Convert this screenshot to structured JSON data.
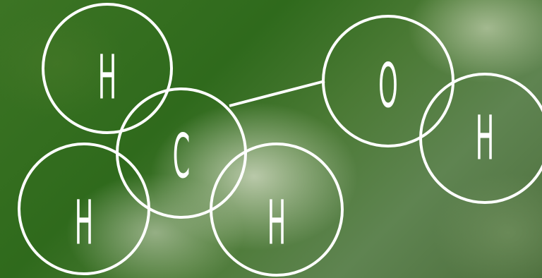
{
  "molecule": {
    "atoms": [
      {
        "label": "H"
      },
      {
        "label": "C"
      },
      {
        "label": "H"
      },
      {
        "label": "H"
      },
      {
        "label": "O"
      },
      {
        "label": "H"
      }
    ]
  },
  "colors": {
    "stroke": "#ffffff",
    "background_green": "#3c7424"
  }
}
